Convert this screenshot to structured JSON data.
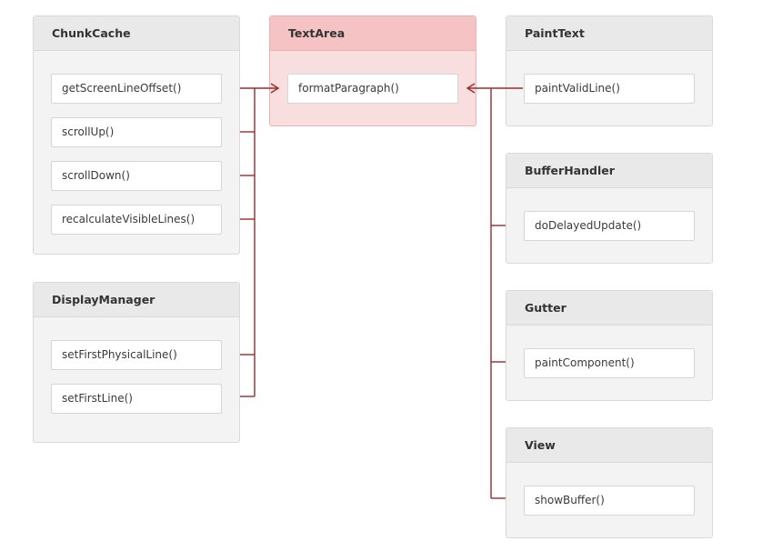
{
  "boxes": {
    "chunk_cache": {
      "title": "ChunkCache",
      "methods": [
        "getScreenLineOffset()",
        "scrollUp()",
        "scrollDown()",
        "recalculateVisibleLines()"
      ]
    },
    "display_manager": {
      "title": "DisplayManager",
      "methods": [
        "setFirstPhysicalLine()",
        "setFirstLine()"
      ]
    },
    "text_area": {
      "title": "TextArea",
      "methods": [
        "formatParagraph()"
      ]
    },
    "paint_text": {
      "title": "PaintText",
      "methods": [
        "paintValidLine()"
      ]
    },
    "buffer_handler": {
      "title": "BufferHandler",
      "methods": [
        "doDelayedUpdate()"
      ]
    },
    "gutter": {
      "title": "Gutter",
      "methods": [
        "paintComponent()"
      ]
    },
    "view": {
      "title": "View",
      "methods": [
        "showBuffer()"
      ]
    }
  },
  "colors": {
    "connector": "#9b2c2c",
    "highlight_header": "#f5c3c3",
    "highlight_body": "#f8dede"
  }
}
